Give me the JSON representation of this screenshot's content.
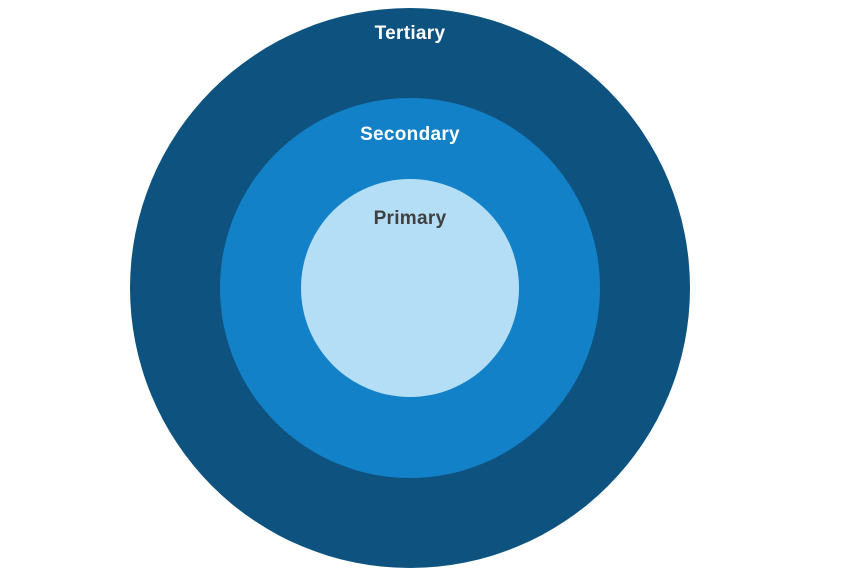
{
  "diagram": {
    "type": "concentric-circles",
    "title": "",
    "layers": [
      {
        "id": "tertiary",
        "label": "Tertiary",
        "fill": "#0E537F",
        "label_color": "#fefefe"
      },
      {
        "id": "secondary",
        "label": "Secondary",
        "fill": "#1381C8",
        "label_color": "#fefefe"
      },
      {
        "id": "primary",
        "label": "Primary",
        "fill": "#B3DEF6",
        "label_color": "#404040"
      }
    ],
    "background": "#ffffff"
  }
}
